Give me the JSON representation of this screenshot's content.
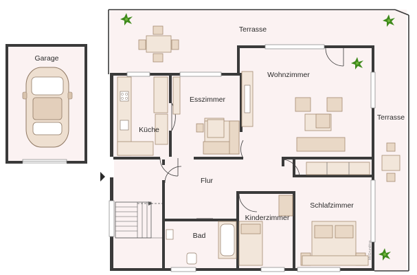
{
  "plan": {
    "rooms": {
      "garage": "Garage",
      "terrasse_top": "Terrasse",
      "terrasse_right": "Terrasse",
      "wohnzimmer": "Wohnzimmer",
      "esszimmer": "Esszimmer",
      "kueche": "Küche",
      "flur": "Flur",
      "bad": "Bad",
      "kinderzimmer": "Kinderzimmer",
      "schlafzimmer": "Schlafzimmer"
    },
    "credit": "McGrundriss"
  },
  "colors": {
    "wall": "#3a3a3a",
    "floor": "#fbf2f2",
    "furniture": "#e9d8c6",
    "plant": "#3f8a1c"
  }
}
